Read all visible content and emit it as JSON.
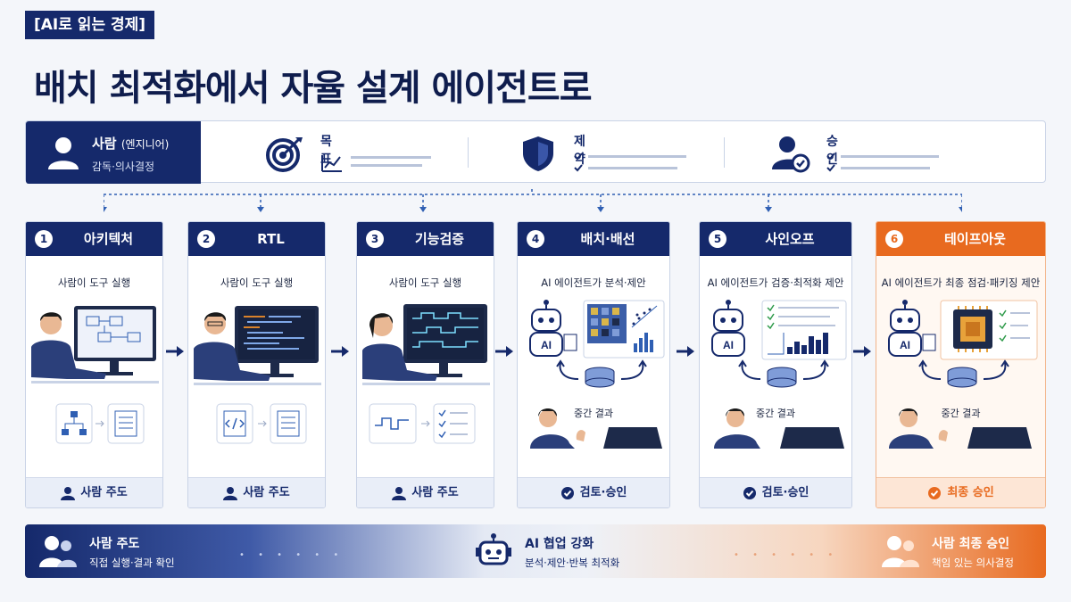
{
  "tag": "[AI로 읽는 경제]",
  "title": "배치 최적화에서 자율 설계 에이전트로",
  "banner": {
    "person": {
      "title": "사람",
      "title_note": "(엔지니어)",
      "subtitle": "감독·의사결정"
    },
    "items": [
      {
        "label": "목표",
        "icon": "target-icon"
      },
      {
        "label": "제약",
        "icon": "shield-icon"
      },
      {
        "label": "승인",
        "icon": "user-check-icon"
      }
    ]
  },
  "stages": [
    {
      "num": "1",
      "label": "아키텍처",
      "sub": "사람이 도구 실행",
      "foot": "사람 주도"
    },
    {
      "num": "2",
      "label": "RTL",
      "sub": "사람이 도구 실행",
      "foot": "사람 주도"
    },
    {
      "num": "3",
      "label": "기능검증",
      "sub": "사람이 도구 실행",
      "foot": "사람 주도"
    },
    {
      "num": "4",
      "label": "배치·배선",
      "sub": "AI 에이전트가 분석·제안",
      "mid": "중간 결과",
      "foot": "검토·승인"
    },
    {
      "num": "5",
      "label": "사인오프",
      "sub": "AI 에이전트가 검증·최적화 제안",
      "mid": "중간 결과",
      "foot": "검토·승인"
    },
    {
      "num": "6",
      "label": "테이프아웃",
      "sub": "AI 에이전트가 최종 점검·패키징 제안",
      "mid": "중간 결과",
      "foot": "최종 승인"
    }
  ],
  "robot_text": "AI",
  "bottom": [
    {
      "title": "사람 주도",
      "sub": "직접 실행·결과 확인"
    },
    {
      "title": "AI 협업 강화",
      "sub": "분석·제안·반복 최적화"
    },
    {
      "title": "사람 최종 승인",
      "sub": "책임 있는 의사결정"
    }
  ],
  "colors": {
    "navy": "#15296b",
    "orange": "#e86a1f",
    "blue": "#2f5fb3"
  }
}
